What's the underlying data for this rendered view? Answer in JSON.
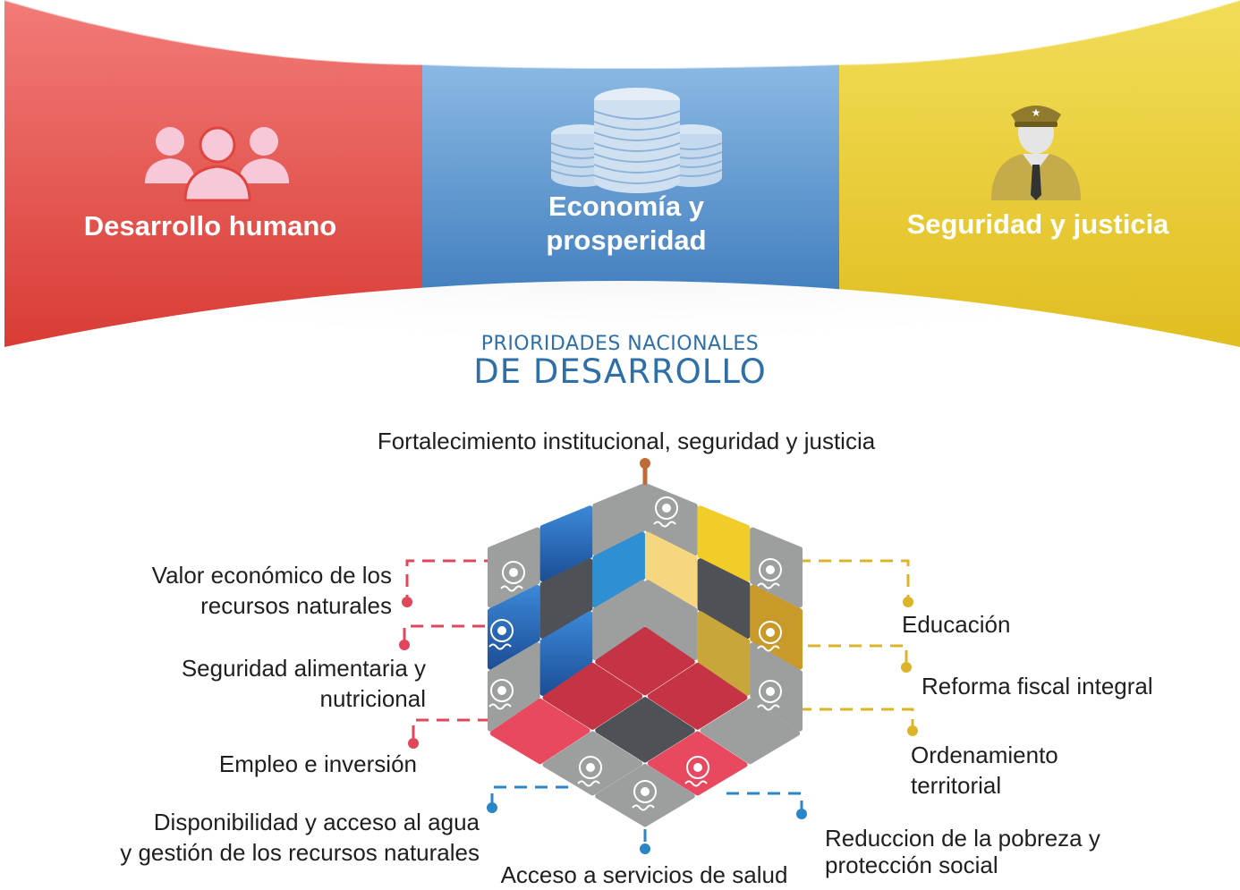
{
  "pillars": [
    {
      "title": "Desarrollo humano",
      "color": "#e0453d",
      "icon": "people-icon"
    },
    {
      "title": "Economía y prosperidad",
      "title_line1": "Economía y",
      "title_line2": "prosperidad",
      "color": "#3a82c8",
      "icon": "coins-icon"
    },
    {
      "title": "Seguridad y justicia",
      "color": "#e8c627",
      "icon": "police-officer-icon"
    }
  ],
  "heading": {
    "small": "PRIORIDADES NACIONALES",
    "big": "DE DESARROLLO"
  },
  "priorities": {
    "top": "Fortalecimiento institucional, seguridad y justicia",
    "left_1": [
      "Valor económico de los",
      "recursos naturales"
    ],
    "left_2": [
      "Seguridad alimentaria y",
      "nutricional"
    ],
    "left_3": "Empleo e inversión",
    "bottom_left": [
      "Disponibilidad y acceso al agua",
      "y gestión de los recursos naturales"
    ],
    "bottom_center": "Acceso a servicios de salud",
    "bottom_right": [
      "Reduccion de la pobreza y",
      "protección social"
    ],
    "right_1": "Educación",
    "right_2": "Reforma fiscal integral",
    "right_3": [
      "Ordenamiento",
      "territorial"
    ]
  },
  "colors": {
    "red": "#e0453d",
    "blue": "#2e6fa8",
    "yellow": "#e1b92e",
    "gray": "#9d9e9e",
    "dark": "#4e5257",
    "crimson": "#c43445"
  }
}
